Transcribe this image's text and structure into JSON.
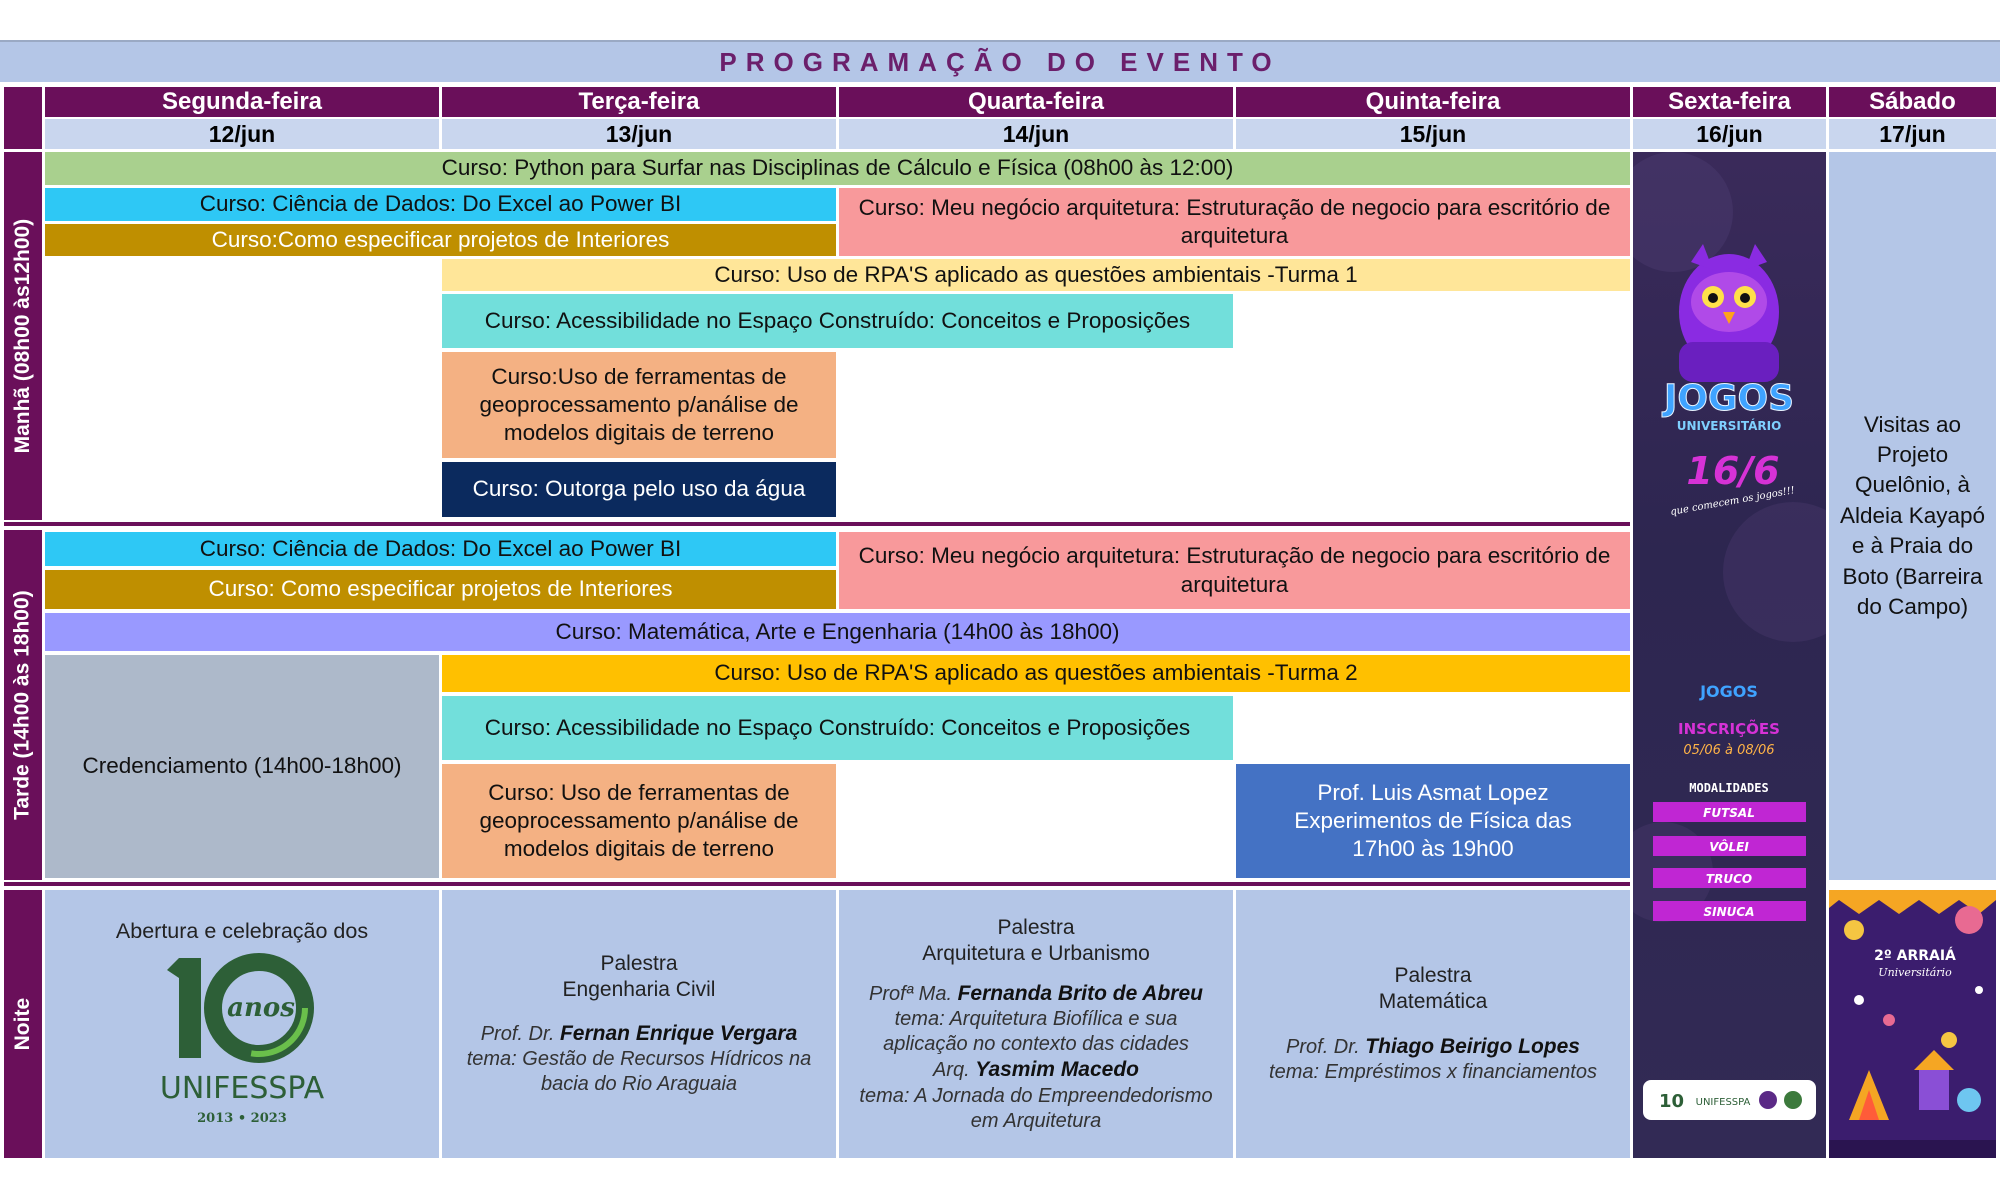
{
  "title": "PROGRAMAÇÃO DO EVENTO",
  "days": [
    {
      "name": "Segunda-feira",
      "date": "12/jun"
    },
    {
      "name": "Terça-feira",
      "date": "13/jun"
    },
    {
      "name": "Quarta-feira",
      "date": "14/jun"
    },
    {
      "name": "Quinta-feira",
      "date": "15/jun"
    },
    {
      "name": "Sexta-feira",
      "date": "16/jun"
    },
    {
      "name": "Sábado",
      "date": "17/jun"
    }
  ],
  "periods": {
    "morning": "Manhã (08h00 às12h00)",
    "afternoon": "Tarde (14h00 às 18h00)",
    "night": "Noite"
  },
  "colors": {
    "header_purple": "#6a0f5a",
    "light_blue": "#b4c6e7"
  },
  "morning": {
    "python": "Curso: Python para Surfar nas Disciplinas de Cálculo e Física (08h00 às 12:00)",
    "dados": "Curso: Ciência de Dados: Do Excel ao Power BI",
    "interiores": "Curso:Como especificar projetos de Interiores",
    "arquitetura": "Curso: Meu negócio arquitetura: Estruturação de negocio para escritório de arquitetura",
    "rpa": "Curso: Uso de RPA'S aplicado as questões ambientais -Turma 1",
    "acessibilidade": "Curso: Acessibilidade no Espaço Construído: Conceitos e Proposições",
    "geoprocessamento": "Curso:Uso de ferramentas de geoprocessamento p/análise de modelos digitais de terreno",
    "outorga": "Curso: Outorga pelo uso da água"
  },
  "afternoon": {
    "dados": "Curso: Ciência de Dados: Do Excel ao Power BI",
    "interiores": "Curso: Como especificar projetos de Interiores",
    "arquitetura": "Curso: Meu negócio arquitetura: Estruturação de negocio para escritório de arquitetura",
    "matematica": "Curso: Matemática, Arte e Engenharia (14h00 às 18h00)",
    "credenciamento": "Credenciamento (14h00-18h00)",
    "rpa": "Curso: Uso de RPA'S aplicado as questões ambientais -Turma 2",
    "acessibilidade": "Curso: Acessibilidade no Espaço Construído: Conceitos e Proposições",
    "geoprocessamento": "Curso: Uso de ferramentas de geoprocessamento p/análise de modelos digitais de terreno",
    "fisica": "Prof. Luis Asmat Lopez Experimentos de Física das 17h00 às 19h00"
  },
  "saturday_visit": "Visitas ao Projeto Quelônio, à Aldeia Kayapó e à Praia do Boto (Barreira do Campo)",
  "night": {
    "monday": {
      "heading": "Abertura e celebração dos",
      "logo_number": "10",
      "logo_word": "anos",
      "logo_org": "UNIFESSPA",
      "logo_years": "2013 • 2023"
    },
    "tuesday": {
      "type": "Palestra",
      "topic": "Engenharia Civil",
      "prefix": "Prof. Dr.",
      "speaker": "Fernan Enrique Vergara",
      "theme": "tema: Gestão de Recursos Hídricos na bacia do Rio Araguaia"
    },
    "wednesday": {
      "type": "Palestra",
      "topic": "Arquitetura e Urbanismo",
      "prefix1": "Profª Ma.",
      "speaker1": "Fernanda Brito de Abreu",
      "theme1": "tema: Arquitetura Biofílica e sua aplicação no contexto das cidades",
      "prefix2": "Arq.",
      "speaker2": "Yasmim Macedo",
      "theme2": "tema: A Jornada do Empreendedorismo em Arquitetura"
    },
    "thursday": {
      "type": "Palestra",
      "topic": "Matemática",
      "prefix": "Prof. Dr.",
      "speaker": "Thiago Beirigo Lopes",
      "theme": "tema:  Empréstimos x financiamentos"
    }
  },
  "jogos_poster": {
    "title": "JOGOS",
    "subtitle": "UNIVERSITÁRIO",
    "date": "16/6",
    "tagline": "que comecem os jogos!!!",
    "small_title": "JOGOS",
    "inscricoes": "INSCRIÇÕES",
    "inscricoes_dates": "05/06 à 08/06",
    "modalidades_label": "MODALIDADES",
    "modalidades": [
      "FUTSAL",
      "VÔLEI",
      "TRUCO",
      "SINUCA"
    ],
    "footer_org": "UNIFESSPA"
  },
  "arraia_poster": {
    "line1": "2º ARRAIÁ",
    "line2": "Universitário"
  }
}
